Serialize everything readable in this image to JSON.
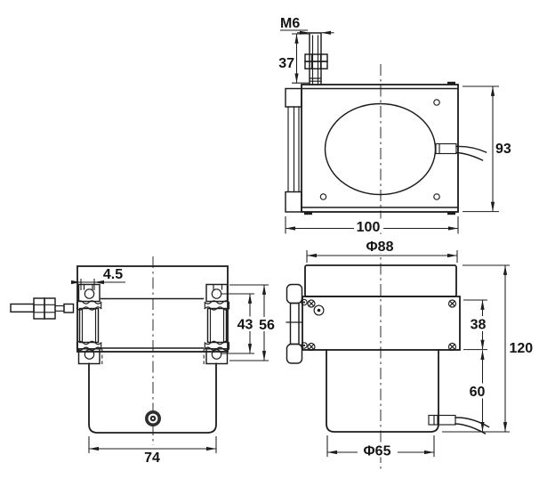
{
  "colors": {
    "background": "#ffffff",
    "line": "#1c1c1c"
  },
  "front_view": {
    "thread": "M6",
    "stud_height": "37",
    "height": "93",
    "width": "100"
  },
  "top_view": {
    "slot": "4.5",
    "hole_span": "43",
    "outer_span": "56",
    "base_width": "74"
  },
  "side_view": {
    "drum_dia": "Φ88",
    "plate_h": "38",
    "total_h": "120",
    "lower_h": "60",
    "case_dia": "Φ65"
  }
}
